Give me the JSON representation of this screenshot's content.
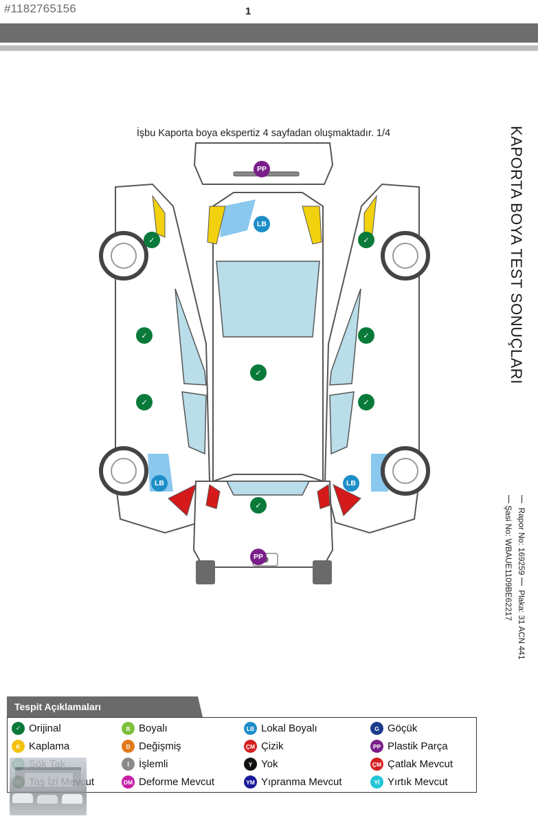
{
  "listing_id": "#1182765156",
  "page_number": "1",
  "page_info": "İşbu Kaporta boya ekspertiz 4 sayfadan oluşmaktadır. 1/4",
  "report_title": "KAPORTA BOYA TEST SONUÇLARI",
  "report_meta": {
    "rapor_no": "Rapor No: 169259",
    "plaka": "Plaka: 31 ACN 441",
    "sasi_no": "Şasi No: WBAUE1109BE62217"
  },
  "markers": {
    "check": "✓",
    "lb": "LB",
    "pp": "PP"
  },
  "legend": {
    "title": "Tespit Açıklamaları",
    "items": [
      {
        "code": "✓",
        "label": "Orijinal",
        "color": "#0a7a3a"
      },
      {
        "code": "B",
        "label": "Boyalı",
        "color": "#7cbf3a"
      },
      {
        "code": "LB",
        "label": "Lokal Boyalı",
        "color": "#1e8ec8"
      },
      {
        "code": "G",
        "label": "Göçük",
        "color": "#1a3a8c"
      },
      {
        "code": "K",
        "label": "Kaplama",
        "color": "#f2c20f"
      },
      {
        "code": "D",
        "label": "Değişmiş",
        "color": "#e07a1a"
      },
      {
        "code": "ÇM",
        "label": "Çizik",
        "color": "#d42020"
      },
      {
        "code": "PP",
        "label": "Plastik Parça",
        "color": "#7a1f8a"
      },
      {
        "code": "ST",
        "label": "Sök Tak",
        "color": "#2e9a5a"
      },
      {
        "code": "İ",
        "label": "İşlemli",
        "color": "#8a8a8a"
      },
      {
        "code": "Y",
        "label": "Yok",
        "color": "#111111"
      },
      {
        "code": "ÇM",
        "label": "Çatlak Mevcut",
        "color": "#d42020"
      },
      {
        "code": "Tİ",
        "label": "Taş İzi Mevcut",
        "color": "#4a7a2a"
      },
      {
        "code": "DM",
        "label": "Deforme Mevcut",
        "color": "#c81ea8"
      },
      {
        "code": "YM",
        "label": "Yıpranma Mevcut",
        "color": "#1a1a9a"
      },
      {
        "code": "Yİ",
        "label": "Yırtık Mevcut",
        "color": "#22c6d6"
      }
    ]
  }
}
